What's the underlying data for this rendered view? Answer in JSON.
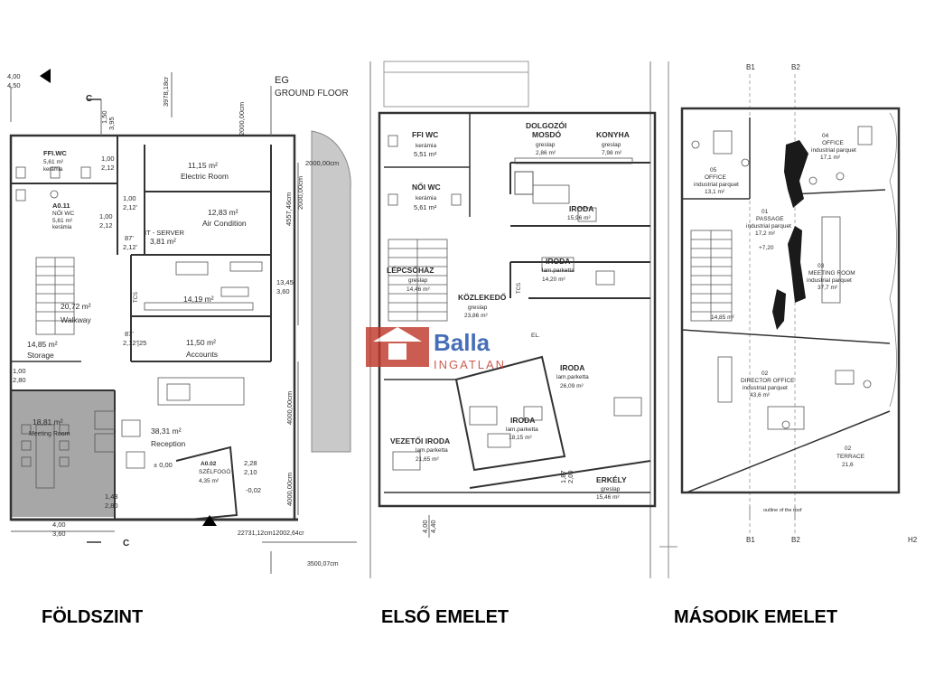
{
  "plan1": {
    "header_eg": "EG",
    "header_ground": "GROUND FLOOR",
    "dims": {
      "d400": "4,00",
      "d450": "4,50",
      "d150": "1,50",
      "d395": "3,95",
      "d3978": "3978,18cr",
      "d2000a": "2000,00cm",
      "d2000b": "2000,00cm",
      "d2000c": "2000,00cm",
      "d4557": "4557,46cm",
      "d4000a": "4000,00cm",
      "d4000b": "4000,00cm",
      "d1345": "13,45",
      "d360": "3,60",
      "d100": "1,00",
      "d280": "2,80",
      "d143": "1,43",
      "d280b": "2,80",
      "d400b": "4,00",
      "d360b": "3,60",
      "d1002": "1,00",
      "d212": "2,12",
      "d100b": "1,00",
      "d212b": "2,12'",
      "d100c": "1,00",
      "d212c": "2,12",
      "d87": "87'",
      "d212d": "2,12'",
      "d87b": "87'",
      "d212e": "2,12'|25",
      "d228": "2,28",
      "d210": "2,10",
      "d000": "± 0,00",
      "d002": "-0,02",
      "d22731": "22731,12cm12002,64cr",
      "d3500": "3500,07cm",
      "c1": "C",
      "c2": "C"
    },
    "rooms": {
      "ffi_name": "FFI.WC",
      "ffi_area": "5,61 m²",
      "ffi_mat": "kerámia",
      "noi_code": "A0.11",
      "noi_name": "NŐI WC",
      "noi_area": "5,61 m²",
      "noi_mat": "kerámia",
      "electric_area": "11,15 m²",
      "electric_name": "Electric Room",
      "air_area": "12,83 m²",
      "air_name": "Air Condition",
      "it_name": "IT - SERVER",
      "it_area": "3,81 m²",
      "office_area": "14,19 m²",
      "tcs": "TCS",
      "walkway_area": "20,72 m²",
      "walkway_name": "Walkway",
      "storage_area": "14,85 m²",
      "storage_name": "Storage",
      "accounts_area": "11,50 m²",
      "accounts_name": "Accounts",
      "meeting_area": "18,81 m²",
      "meeting_name": "Meeting Room",
      "reception_area": "38,31 m²",
      "reception_name": "Reception",
      "szelfogo_code": "A0.02",
      "szelfogo_name": "SZÉLFOGÓ",
      "szelfogo_area": "4,35 m²"
    }
  },
  "plan2": {
    "rooms": {
      "ffi_name": "FFI WC",
      "ffi_mat": "kerámia",
      "ffi_area": "5,51 m²",
      "noi_name": "NŐI WC",
      "noi_mat": "kerámia",
      "noi_area": "5,61 m²",
      "dolg_name1": "DOLGOZÓI",
      "dolg_name2": "MOSDÓ",
      "dolg_mat": "greslap",
      "dolg_area": "2,86 m²",
      "konyha_name": "KONYHA",
      "konyha_mat": "greslap",
      "konyha_area": "7,98 m²",
      "iroda1_name": "IRODA",
      "iroda1_area": "15,96 m²",
      "iroda2_name": "IRODA",
      "iroda2_mat": "lam.parketta",
      "iroda2_area": "14,20 m²",
      "lepcso_name": "LÉPCSŐHÁZ",
      "lepcso_mat": "greslap",
      "lepcso_area": "14,46 m²",
      "kozl_name": "KÖZLEKEDŐ",
      "kozl_mat": "greslap",
      "kozl_area": "23,86 m²",
      "iroda3_name": "IRODA",
      "iroda3_mat": "lam.parketta",
      "iroda3_area": "26,09 m²",
      "iroda4_name": "IRODA",
      "iroda4_mat": "lam.parketta",
      "iroda4_area": "18,15 m²",
      "vez_name": "VEZETŐI IRODA",
      "vez_mat": "lam.parketta",
      "vez_area": "21,65 m²",
      "erkely_name": "ERKÉLY",
      "erkely_mat": "greslap",
      "erkely_area": "15,46 m²",
      "el": "EL.",
      "tcs": "TCS"
    },
    "dims": {
      "d400": "4,00",
      "d440": "4,40",
      "d187": "1,87",
      "d200": "2,00"
    }
  },
  "plan3": {
    "grid": {
      "b1t": "B1",
      "b2t": "B2",
      "b1b": "B1",
      "b2b": "B2",
      "h2": "H2"
    },
    "rooms": {
      "r04_code": "04",
      "r04_name": "OFFICE",
      "r04_mat": "industrial parquet",
      "r04_area": "17,1 m²",
      "r05_code": "05",
      "r05_name": "OFFICE",
      "r05_mat": "industrial parquet",
      "r05_area": "13,1 m²",
      "r01_code": "01",
      "r01_name": "PASSAGE",
      "r01_mat": "industrial parquet",
      "r01_area": "17,2 m²",
      "r01_level": "+7,20",
      "r03_code": "03",
      "r03_name": "MEETING ROOM",
      "r03_mat": "industrial parquet",
      "r03_area": "37,7 m²",
      "stair_area": "14,85 m²",
      "r02_code": "02",
      "r02_name": "DIRECTOR OFFICE",
      "r02_mat": "industrial parquet",
      "r02_area": "43,6 m²",
      "terrace_code": "02",
      "terrace_name": "TERRACE",
      "terrace_area": "21,6",
      "roof_note": "outline of the roof"
    }
  },
  "watermark": {
    "brand": "Balla",
    "sub": "INGATLAN"
  },
  "captions": {
    "ground": "FÖLDSZINT",
    "first": "ELSŐ EMELET",
    "second": "MÁSODIK EMELET"
  }
}
